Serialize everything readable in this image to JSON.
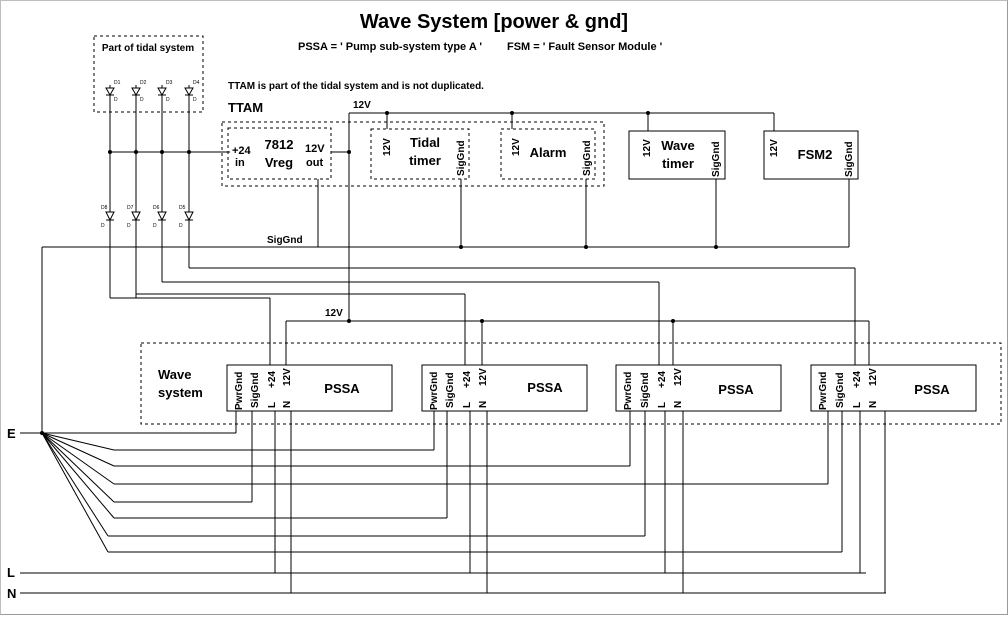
{
  "title": "Wave System [power & gnd]",
  "subtitle_pssa": "PSSA = ' Pump sub-system type A '",
  "subtitle_fsm": "FSM = ' Fault Sensor Module '",
  "ttam_note": "TTAM is part of the tidal system and is not duplicated.",
  "ttam_label": "TTAM",
  "tidal_group_label": "Part of tidal system",
  "vreg": {
    "title1": "7812",
    "title2": "Vreg",
    "in1": "+24",
    "in2": "in",
    "out1": "12V",
    "out2": "out"
  },
  "tidal_timer": {
    "pin_left": "12V",
    "line1": "Tidal",
    "line2": "timer",
    "pin_right": "SigGnd"
  },
  "alarm": {
    "pin_left": "12V",
    "label": "Alarm",
    "pin_right": "SigGnd"
  },
  "wave_timer": {
    "pin_left": "12V",
    "line1": "Wave",
    "line2": "timer",
    "pin_right": "SigGnd"
  },
  "fsm2": {
    "pin_left": "12V",
    "label": "FSM2",
    "pin_right": "SigGnd"
  },
  "rail_12v_top": "12V",
  "rail_12v_mid": "12V",
  "siggnd_rail": "SigGnd",
  "wave_system": {
    "line1": "Wave",
    "line2": "system"
  },
  "pssa_units": [
    {
      "label": "PSSA",
      "pins": [
        "PwrGnd",
        "SigGnd",
        "+24",
        "12V"
      ],
      "pin_l": "L",
      "pin_n": "N"
    },
    {
      "label": "PSSA",
      "pins": [
        "PwrGnd",
        "SigGnd",
        "+24",
        "12V"
      ],
      "pin_l": "L",
      "pin_n": "N"
    },
    {
      "label": "PSSA",
      "pins": [
        "PwrGnd",
        "SigGnd",
        "+24",
        "12V"
      ],
      "pin_l": "L",
      "pin_n": "N"
    },
    {
      "label": "PSSA",
      "pins": [
        "PwrGnd",
        "SigGnd",
        "+24",
        "12V"
      ],
      "pin_l": "L",
      "pin_n": "N"
    }
  ],
  "diodes_top": [
    {
      "ref": "D1",
      "val": "D"
    },
    {
      "ref": "D2",
      "val": "D"
    },
    {
      "ref": "D3",
      "val": "D"
    },
    {
      "ref": "D4",
      "val": "D"
    }
  ],
  "diodes_bottom": [
    {
      "ref": "D8",
      "val": "D"
    },
    {
      "ref": "D7",
      "val": "D"
    },
    {
      "ref": "D6",
      "val": "D"
    },
    {
      "ref": "D5",
      "val": "D"
    }
  ],
  "mains": {
    "e": "E",
    "l": "L",
    "n": "N"
  }
}
